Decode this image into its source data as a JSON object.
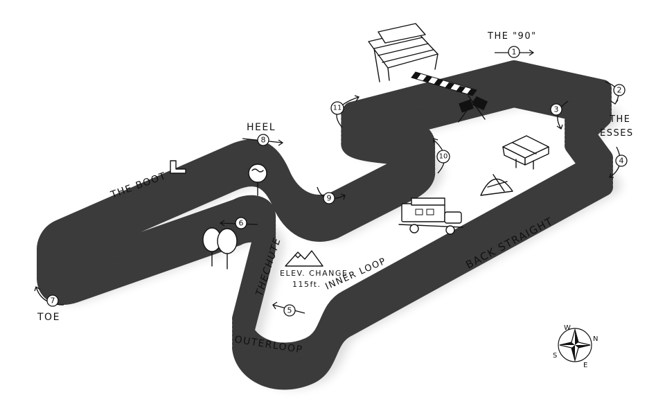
{
  "labels": {
    "the90": "THE \"90\"",
    "the_esses_1": "THE",
    "the_esses_2": "ESSES",
    "heel": "HEEL",
    "the_boot": "THE BOOT",
    "toe": "TOE",
    "the_chute": "THECHUTE",
    "elev_1": "ELEV. CHANGE",
    "elev_2": "115ft.",
    "inner_loop": "INNER LOOP",
    "outer_loop": "OUTERLOOP",
    "back_straight": "BACK STRAIGHT"
  },
  "turns": [
    "1",
    "2",
    "3",
    "4",
    "5",
    "6",
    "7",
    "8",
    "9",
    "10",
    "11"
  ],
  "compass": {
    "n": "N",
    "s": "S",
    "e": "E",
    "w": "W"
  },
  "icons": [
    "grandstand-icon",
    "checkered-flag-icon",
    "crossed-flags-icon",
    "barn-icon",
    "tent-icon",
    "camper-truck-icon",
    "tree-icon",
    "mountain-icon",
    "boot-icon",
    "compass-rose-icon"
  ],
  "colors": {
    "track": "#3a3a3a",
    "wood": "#e3cfb0",
    "wood_line": "#b99c72",
    "ink": "#111111"
  }
}
